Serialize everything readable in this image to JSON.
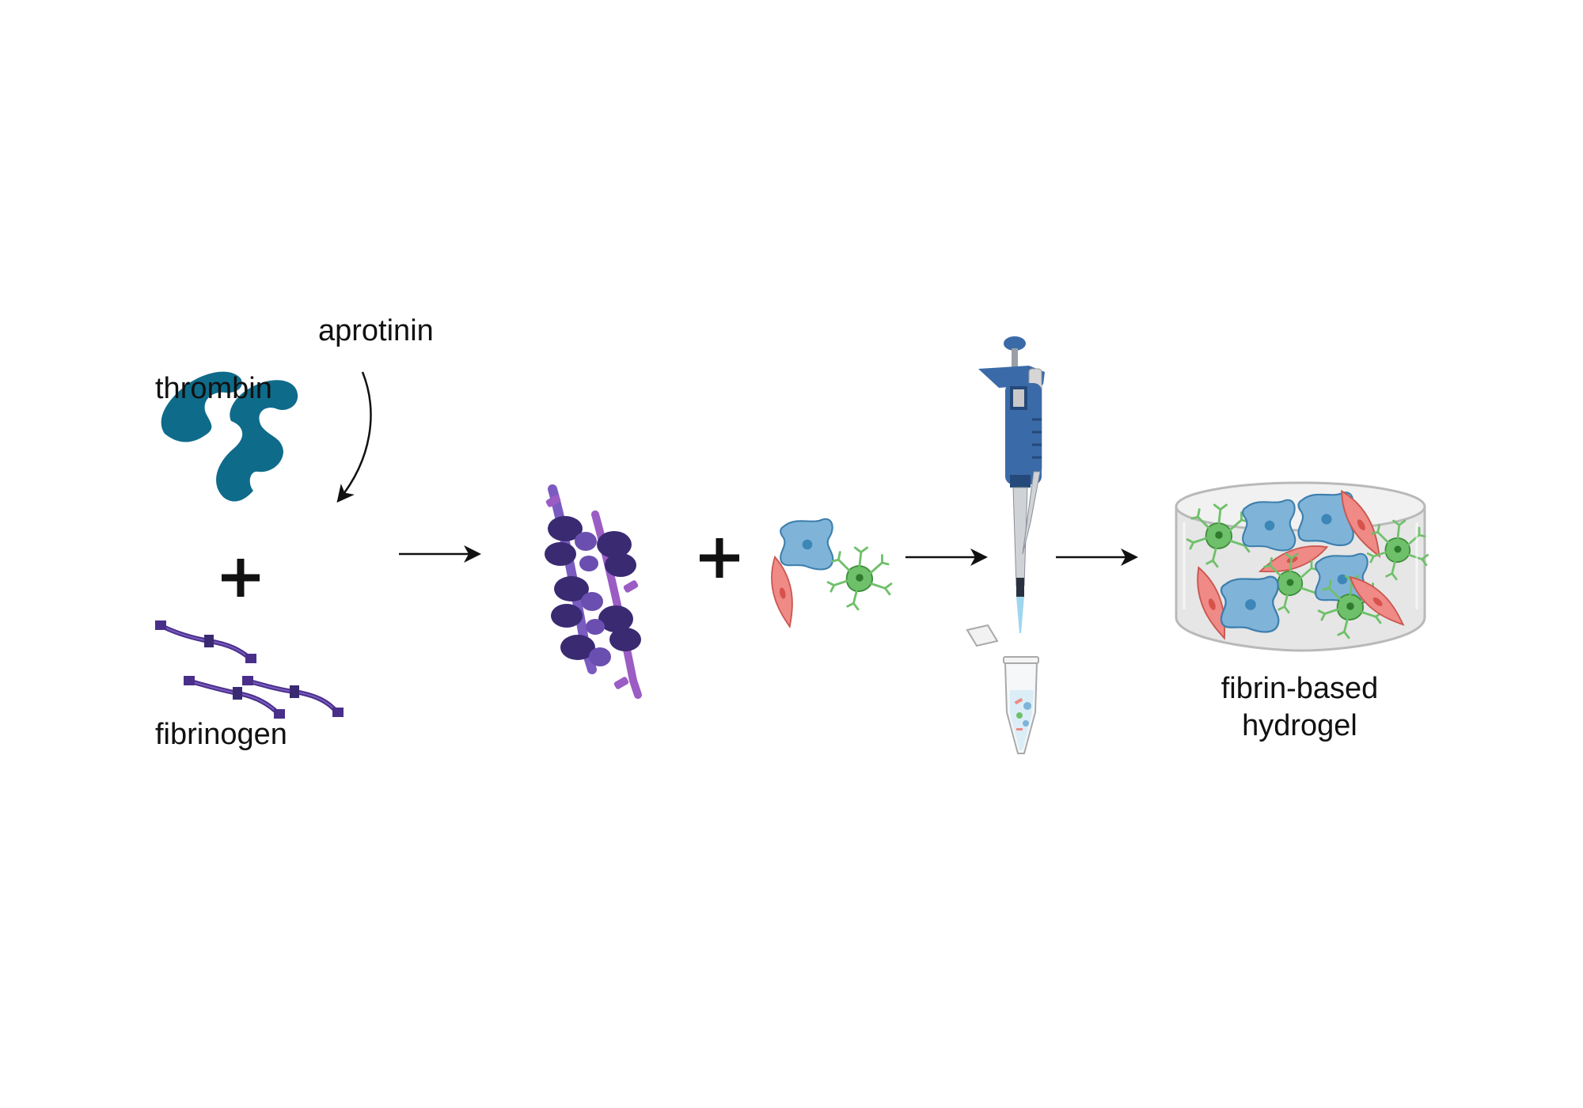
{
  "labels": {
    "aprotinin": "aprotinin",
    "thrombin": "thrombin",
    "fibrinogen": "fibrinogen",
    "hydrogel_line1": "fibrin-based",
    "hydrogel_line2": "hydrogel"
  },
  "colors": {
    "thrombin": "#0f6b8a",
    "fibrinogen": "#4a2f8a",
    "fibrin_dark": "#3a2a72",
    "fibrin_light": "#7a5bc0",
    "fibrin_pink": "#9b5cc4",
    "cell_blue": "#7fb4d8",
    "cell_blue_nucleus": "#3d86b8",
    "cell_red": "#f08a86",
    "cell_red_nucleus": "#d8524c",
    "cell_green": "#6fc06a",
    "cell_green_dark": "#2f7a2d",
    "pipette_blue": "#3b6aa8",
    "pipette_dark": "#24497a",
    "hydrogel_fill": "#e6e6e6",
    "hydrogel_edge": "#b9b9b9",
    "arrow": "#111111"
  },
  "icons": [
    "thrombin-icon",
    "fibrinogen-icon",
    "fibrin-network-icon",
    "cells-icon",
    "pipette-icon",
    "microtube-icon",
    "hydrogel-icon"
  ]
}
